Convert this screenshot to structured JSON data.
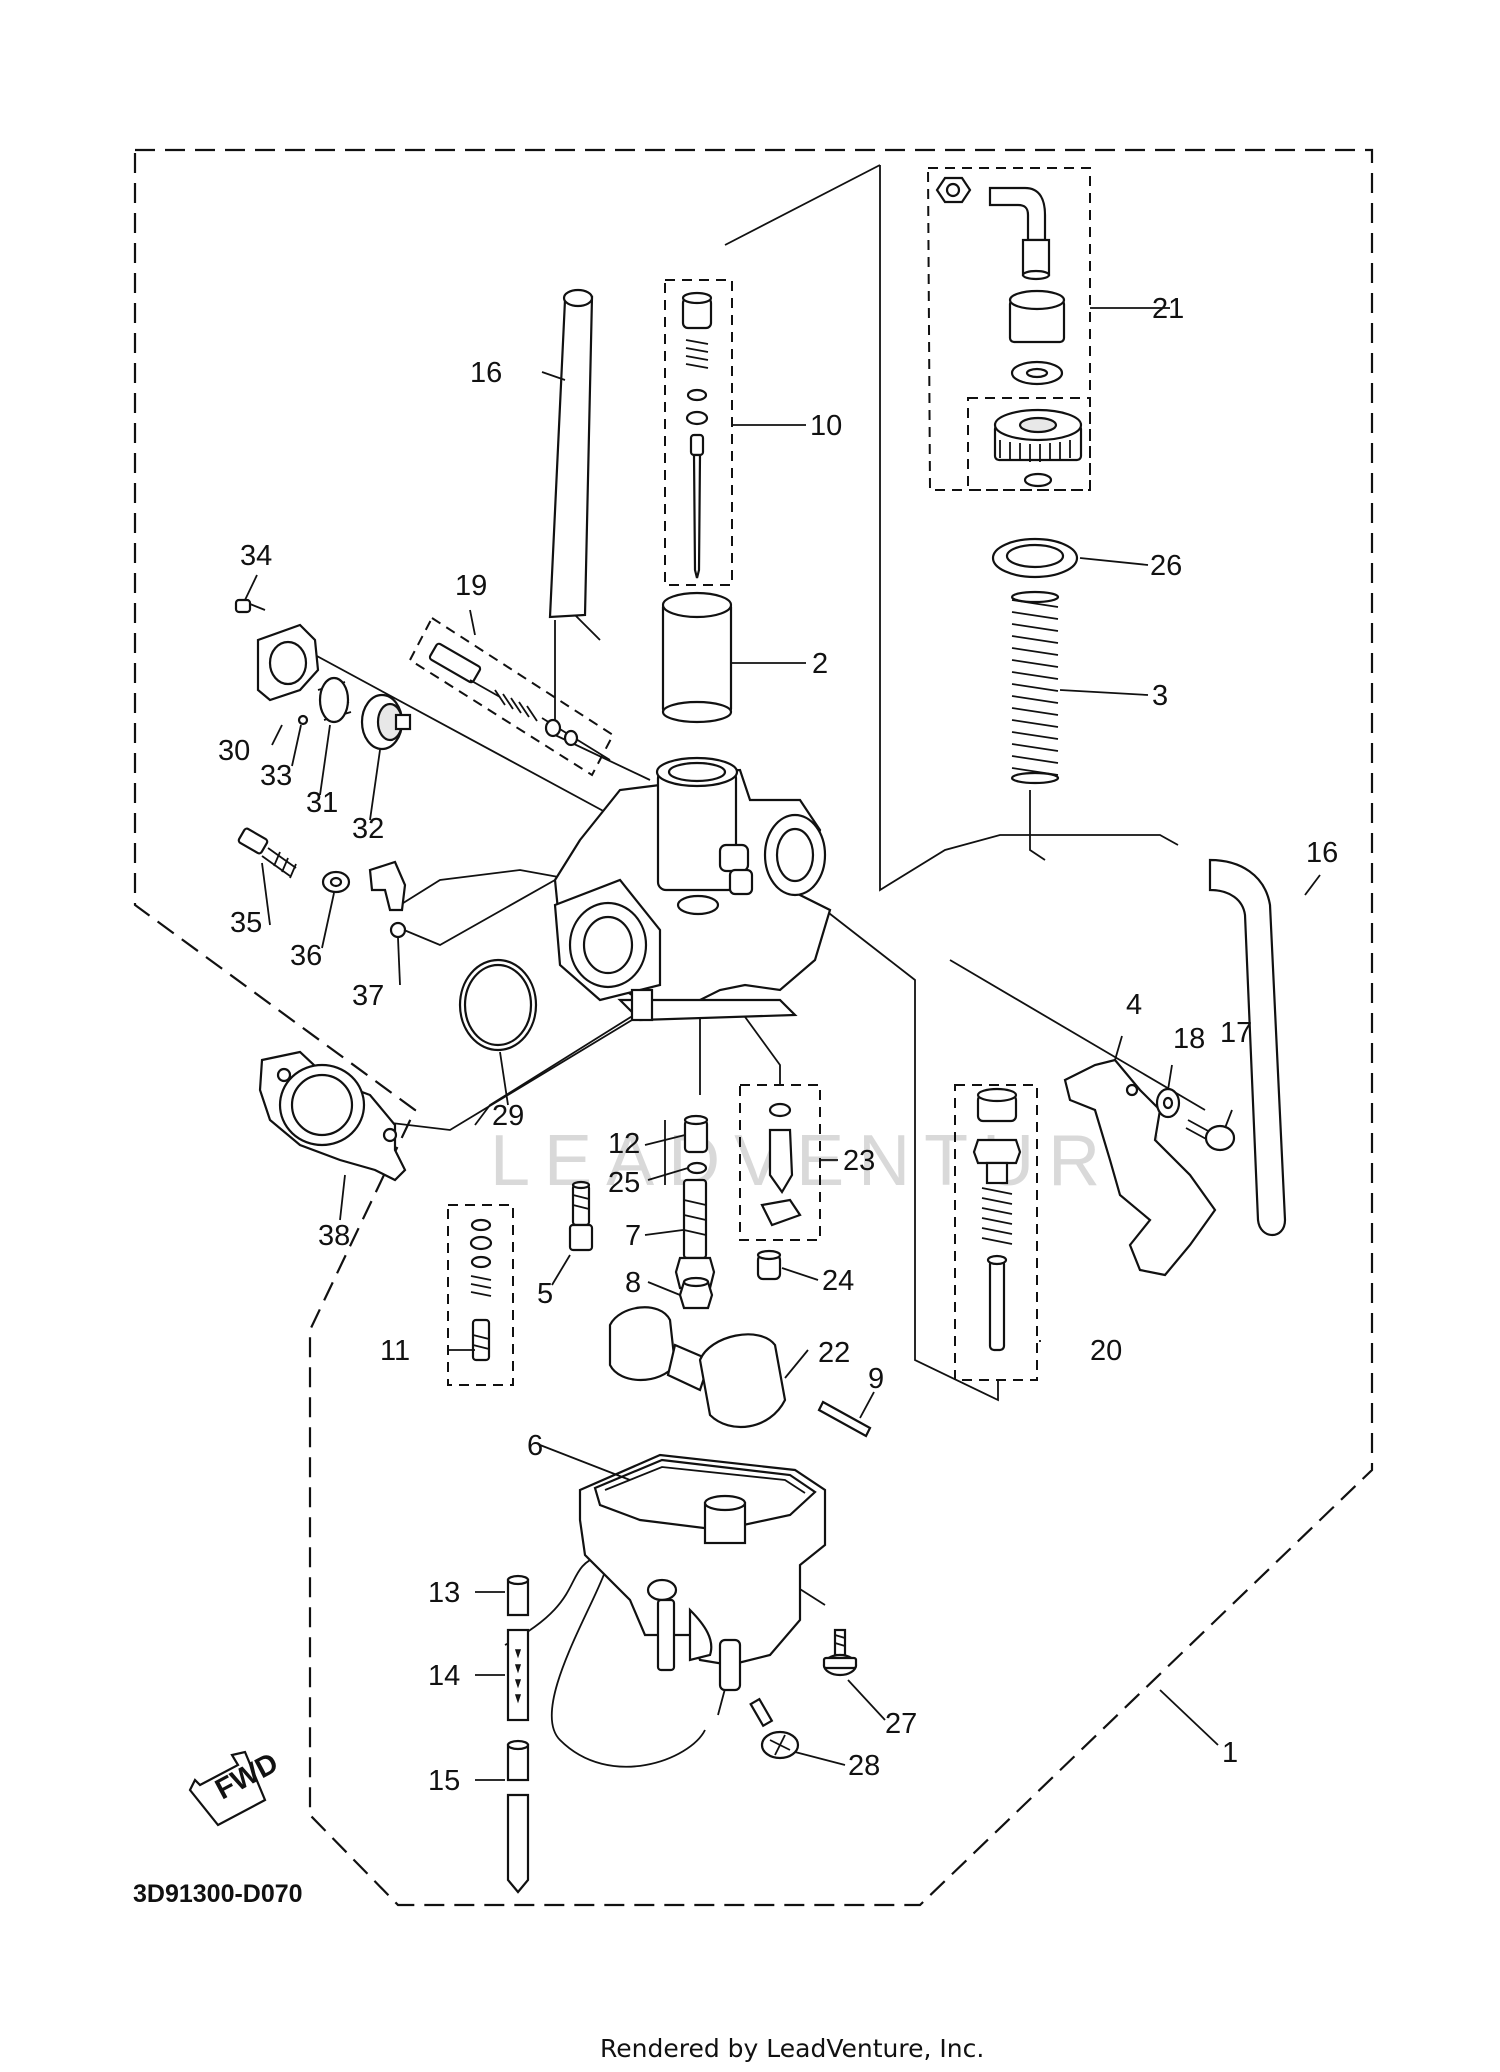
{
  "diagram": {
    "diagram_code": "3D91300-D070",
    "footer": "Rendered by LeadVenture, Inc.",
    "watermark": "LEADVENTURE",
    "fwd_label": "FWD",
    "callouts": [
      "1",
      "2",
      "3",
      "4",
      "5",
      "6",
      "7",
      "8",
      "9",
      "10",
      "11",
      "12",
      "13",
      "14",
      "15",
      "16",
      "16",
      "17",
      "18",
      "19",
      "20",
      "21",
      "22",
      "23",
      "24",
      "25",
      "26",
      "27",
      "28",
      "29",
      "30",
      "31",
      "32",
      "33",
      "34",
      "35",
      "36",
      "37",
      "38"
    ]
  }
}
